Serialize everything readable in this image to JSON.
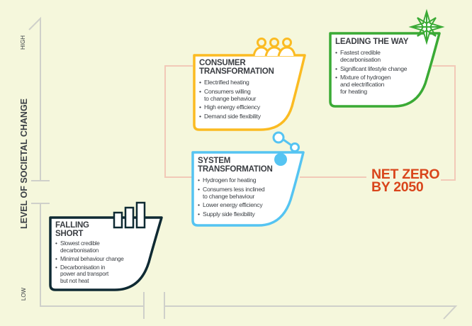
{
  "axes": {
    "y_label": "LEVEL OF SOCIETAL CHANGE",
    "y_high": "HIGH",
    "y_low": "LOW"
  },
  "colors": {
    "background": "#f5f7dc",
    "axis": "#cfd0ca",
    "connector": "#f2c9b7",
    "consumer": "#fbbb22",
    "leading": "#3aaa35",
    "system": "#55c4f2",
    "falling": "#0f2a33",
    "net_zero": "#d9451b"
  },
  "scenarios": [
    {
      "id": "consumer",
      "title": "CONSUMER\nTRANSFORMATION",
      "icon": "people-icon",
      "bullets": [
        "Electrified heating",
        "Consumers willing\nto change behaviour",
        "High energy efficiency",
        "Demand side flexibility"
      ]
    },
    {
      "id": "leading",
      "title": "LEADING THE WAY",
      "icon": "compass-star-icon",
      "bullets": [
        "Fastest credible\ndecarbonisation",
        "Significant lifestyle change",
        "Mixture of hydrogen\nand electrification\nfor heating"
      ]
    },
    {
      "id": "system",
      "title": "SYSTEM\nTRANSFORMATION",
      "icon": "molecule-icon",
      "bullets": [
        "Hydrogen for heating",
        "Consumers less inclined\nto change behaviour",
        "Lower energy efficiency",
        "Supply side flexibility"
      ]
    },
    {
      "id": "falling",
      "title": "FALLING\nSHORT",
      "icon": "bar-chart-icon",
      "bullets": [
        "Slowest credible\ndecarbonisation",
        "Minimal behaviour change",
        "Decarbonisation in\npower and transport\nbut not heat"
      ]
    }
  ],
  "net_zero_label": "NET ZERO\nBY 2050"
}
